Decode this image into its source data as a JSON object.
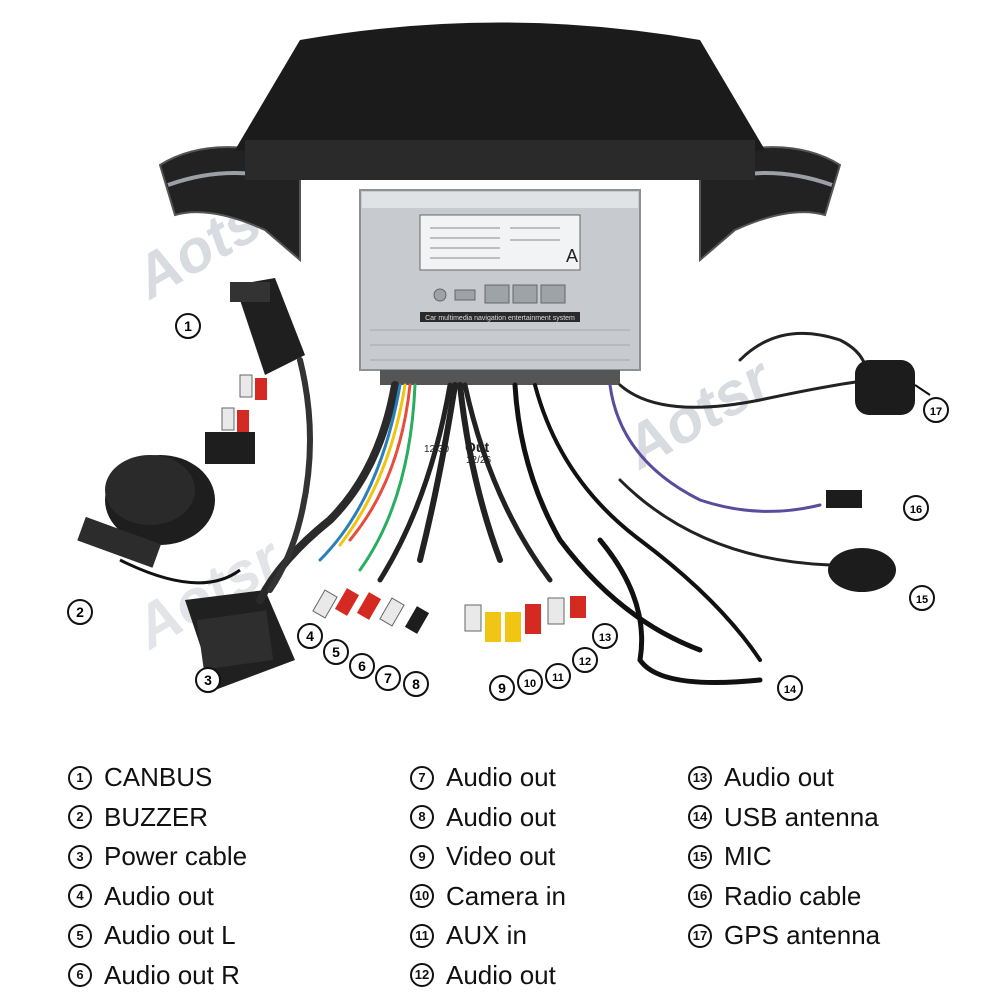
{
  "callouts": [
    "1",
    "2",
    "3",
    "4",
    "5",
    "6",
    "7",
    "8",
    "9",
    "10",
    "11",
    "12",
    "13",
    "14",
    "15",
    "16",
    "17"
  ],
  "unit_label": "Car multimedia navigation entertainment system",
  "unit_mark": "A",
  "harness_tags": [
    "Out",
    "12/30",
    "12/26"
  ],
  "watermark": "Aotsr",
  "legend": {
    "col1": [
      {
        "n": "1",
        "label": "CANBUS"
      },
      {
        "n": "2",
        "label": "BUZZER"
      },
      {
        "n": "3",
        "label": "Power cable"
      },
      {
        "n": "4",
        "label": "Audio out"
      },
      {
        "n": "5",
        "label": "Audio out L"
      },
      {
        "n": "6",
        "label": "Audio out R"
      }
    ],
    "col2": [
      {
        "n": "7",
        "label": "Audio out"
      },
      {
        "n": "8",
        "label": "Audio out"
      },
      {
        "n": "9",
        "label": "Video out"
      },
      {
        "n": "10",
        "label": "Camera in"
      },
      {
        "n": "11",
        "label": "AUX in"
      },
      {
        "n": "12",
        "label": "Audio out"
      }
    ],
    "col3": [
      {
        "n": "13",
        "label": "Audio out"
      },
      {
        "n": "14",
        "label": "USB antenna"
      },
      {
        "n": "15",
        "label": "MIC"
      },
      {
        "n": "16",
        "label": "Radio cable"
      },
      {
        "n": "17",
        "label": "GPS antenna"
      }
    ]
  },
  "colors": {
    "plug_red": "#d42a22",
    "plug_white": "#e9e9e9",
    "plug_yellow": "#f0c514",
    "plug_black": "#1d1d1d",
    "housing": "#1a1a1b",
    "metal": "#bfc3c8"
  }
}
